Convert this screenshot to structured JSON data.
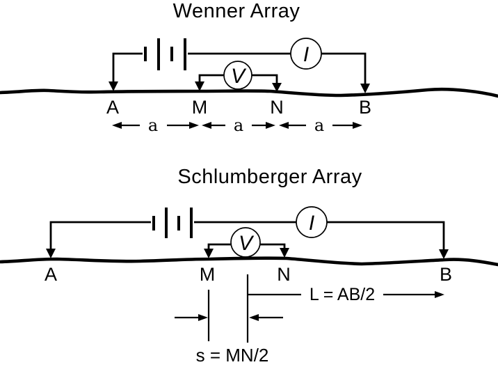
{
  "colors": {
    "ink": "#000000",
    "background": "#ffffff"
  },
  "wenner": {
    "title": "Wenner Array",
    "current_meter_label": "I",
    "voltage_meter_label": "V",
    "electrodes": [
      "A",
      "M",
      "N",
      "B"
    ],
    "spacing_labels": [
      "a",
      "a",
      "a"
    ]
  },
  "schlumberger": {
    "title": "Schlumberger Array",
    "current_meter_label": "I",
    "voltage_meter_label": "V",
    "electrodes": [
      "A",
      "M",
      "N",
      "B"
    ],
    "half_current_spacing_label": "L = AB/2",
    "half_potential_spacing_label": "s = MN/2"
  }
}
